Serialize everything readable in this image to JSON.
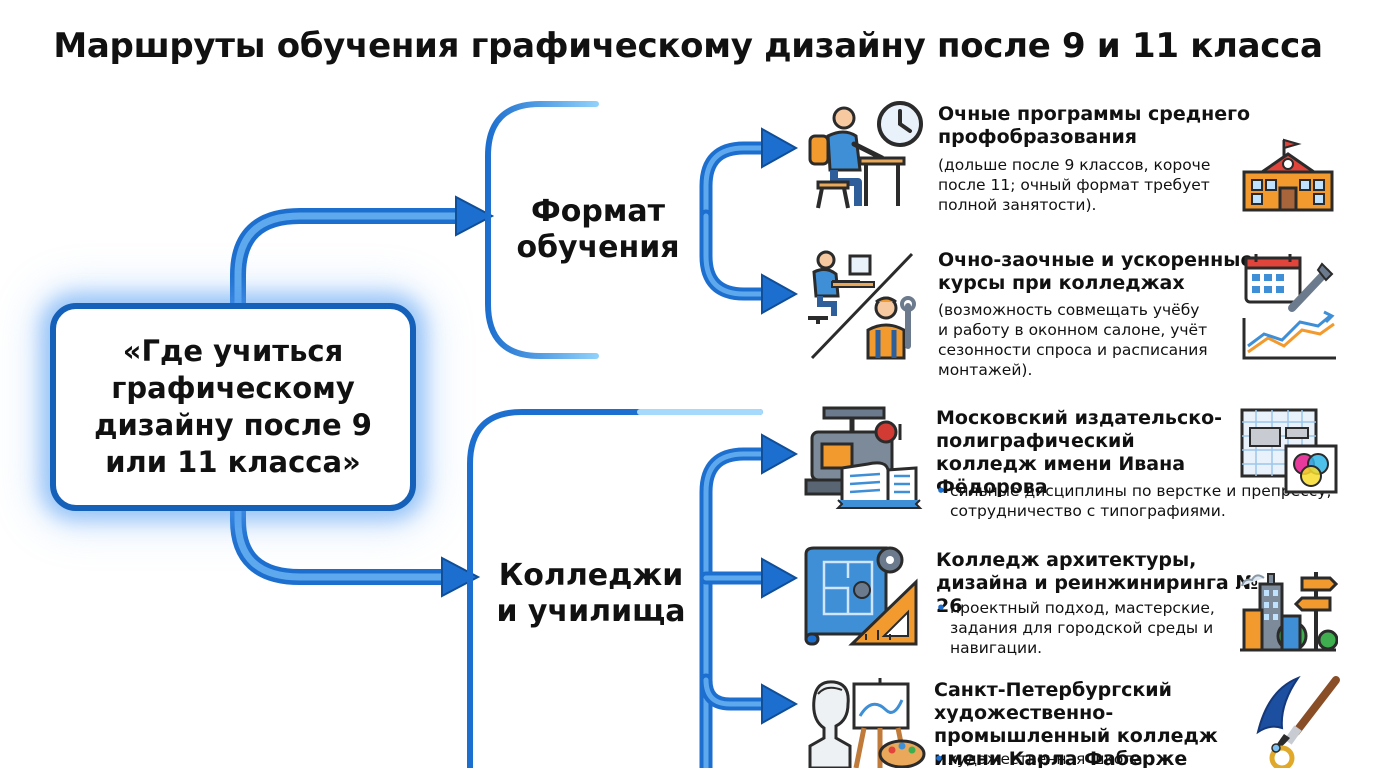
{
  "title": "Маршруты обучения графическому дизайну после 9 и 11 класса",
  "center": {
    "text": "«Где учиться графическому дизайну после 9 или 11 класса»"
  },
  "branches": [
    {
      "label": "Формат обучения",
      "items": [
        {
          "title": "Очные программы среднего профобразования",
          "description": "(дольше после 9 классов, короче после 11; очный формат требует полной занятости)."
        },
        {
          "title": "Очно-заочные и ускоренные курсы при колледжах",
          "description": "(возможность совмещать учёбу и работу в оконном салоне, учёт сезонности спроса и расписания монтажей)."
        }
      ]
    },
    {
      "label": "Колледжи и училища",
      "items": [
        {
          "title": "Московский издательско-полиграфический колледж имени Ивана Фёдорова",
          "description": "сильные дисциплины по верстке и препрессу, сотрудничество с типографиями."
        },
        {
          "title": "Колледж архитектуры, дизайна и реинжиниринга № 26",
          "description": "проектный подход, мастерские, задания для городской среды и навигации."
        },
        {
          "title": "Санкт-Петербургский художественно-промышленный колледж имени Карла Фаберже",
          "description": "художественная школа, композиция,"
        }
      ]
    }
  ],
  "colors": {
    "connector": "#1d6fcf",
    "connector_light": "#7cc0f5",
    "accent_orange": "#f29a2e",
    "ink": "#2b2b2b"
  }
}
